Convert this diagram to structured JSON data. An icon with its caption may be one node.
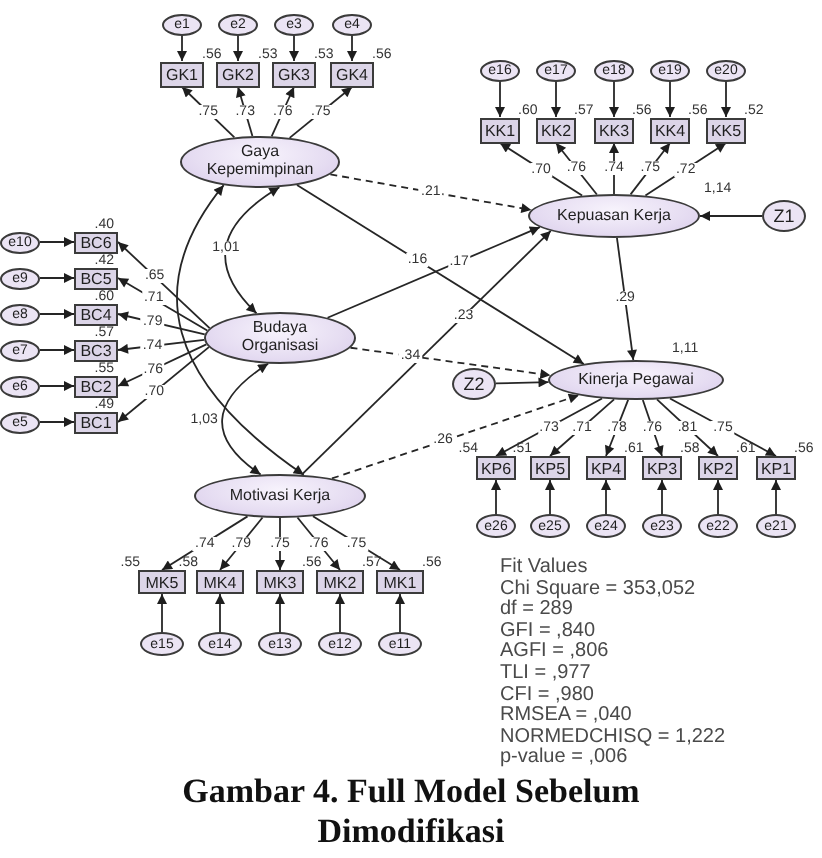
{
  "diagram": {
    "caption": "Gambar 4. Full Model Sebelum Dimodifikasi",
    "nodes": [
      {
        "text": [
          "e1"
        ]
      },
      {
        "text": [
          "e2"
        ]
      },
      {
        "text": [
          "e3"
        ]
      },
      {
        "text": [
          "e4"
        ]
      },
      {
        "text": [
          "GK1"
        ],
        "beside": [
          ".56"
        ]
      },
      {
        "text": [
          "GK2"
        ],
        "beside": [
          ".53"
        ]
      },
      {
        "text": [
          "GK3"
        ],
        "beside": [
          ".53"
        ]
      },
      {
        "text": [
          "GK4"
        ],
        "beside": [
          ".56"
        ]
      },
      {
        "text": [
          "Gaya Kepemimpinan"
        ]
      },
      {
        "text": [
          "e16"
        ]
      },
      {
        "text": [
          "e17"
        ]
      },
      {
        "text": [
          "e18"
        ]
      },
      {
        "text": [
          "e19"
        ]
      },
      {
        "text": [
          "e20"
        ]
      },
      {
        "text": [
          "KK1"
        ],
        "beside": [
          ".60"
        ]
      },
      {
        "text": [
          "KK2"
        ],
        "beside": [
          ".57"
        ]
      },
      {
        "text": [
          "KK3"
        ],
        "beside": [
          ".56"
        ]
      },
      {
        "text": [
          "KK4"
        ],
        "beside": [
          ".56"
        ]
      },
      {
        "text": [
          "KK5"
        ],
        "beside": [
          ".52"
        ]
      },
      {
        "text": [
          "Kepuasan Kerja"
        ],
        "beside": [
          "1,14"
        ]
      },
      {
        "text": [
          "Z1"
        ]
      },
      {
        "text": [
          "e10"
        ]
      },
      {
        "text": [
          "e9"
        ]
      },
      {
        "text": [
          "e8"
        ]
      },
      {
        "text": [
          "e7"
        ]
      },
      {
        "text": [
          "e6"
        ]
      },
      {
        "text": [
          "e5"
        ]
      },
      {
        "text": [
          "BC6"
        ],
        "beside": [
          ".40"
        ]
      },
      {
        "text": [
          "BC5"
        ],
        "beside": [
          ".42"
        ]
      },
      {
        "text": [
          "BC4"
        ],
        "beside": [
          ".60"
        ]
      },
      {
        "text": [
          "BC3"
        ],
        "beside": [
          ".57"
        ]
      },
      {
        "text": [
          "BC2"
        ],
        "beside": [
          ".55"
        ]
      },
      {
        "text": [
          "BC1"
        ],
        "beside": [
          ".49"
        ]
      },
      {
        "text": [
          "Budaya Organisasi"
        ]
      },
      {
        "text": [
          "Z2"
        ]
      },
      {
        "text": [
          "Kinerja Pegawai"
        ],
        "beside": [
          "1,11"
        ]
      },
      {
        "text": [
          "KP6"
        ],
        "beside": [
          ".54"
        ]
      },
      {
        "text": [
          "KP5"
        ],
        "beside": [
          ".51"
        ]
      },
      {
        "text": [
          "KP4"
        ],
        "beside": [
          ".61"
        ]
      },
      {
        "text": [
          "KP3"
        ],
        "beside": [
          ".58"
        ]
      },
      {
        "text": [
          "KP2"
        ],
        "beside": [
          ".61"
        ]
      },
      {
        "text": [
          "KP1"
        ],
        "beside": [
          ".56"
        ]
      },
      {
        "text": [
          "e26"
        ]
      },
      {
        "text": [
          "e25"
        ]
      },
      {
        "text": [
          "e24"
        ]
      },
      {
        "text": [
          "e23"
        ]
      },
      {
        "text": [
          "e22"
        ]
      },
      {
        "text": [
          "e21"
        ]
      },
      {
        "text": [
          "Motivasi Kerja"
        ]
      },
      {
        "text": [
          "MK5"
        ],
        "beside": [
          ".55"
        ]
      },
      {
        "text": [
          "MK4"
        ],
        "beside": [
          ".58"
        ]
      },
      {
        "text": [
          "MK3"
        ],
        "beside": [
          ".56"
        ]
      },
      {
        "text": [
          "MK2"
        ],
        "beside": [
          ".57"
        ]
      },
      {
        "text": [
          "MK1"
        ],
        "beside": [
          ".56"
        ]
      },
      {
        "text": [
          "e15"
        ]
      },
      {
        "text": [
          "e14"
        ]
      },
      {
        "text": [
          "e13"
        ]
      },
      {
        "text": [
          "e12"
        ]
      },
      {
        "text": [
          "e11"
        ]
      }
    ],
    "edges": [
      {
        "from": 0,
        "to": 4,
        "arrow": "to"
      },
      {
        "from": 1,
        "to": 5,
        "arrow": "to"
      },
      {
        "from": 2,
        "to": 6,
        "arrow": "to"
      },
      {
        "from": 3,
        "to": 7,
        "arrow": "to"
      },
      {
        "from": 8,
        "to": 4,
        "arrow": "to",
        "label": ".75"
      },
      {
        "from": 8,
        "to": 5,
        "arrow": "to",
        "label": ".73"
      },
      {
        "from": 8,
        "to": 6,
        "arrow": "to",
        "label": ".76"
      },
      {
        "from": 8,
        "to": 7,
        "arrow": "to",
        "label": ".75"
      },
      {
        "from": 8,
        "to": 19,
        "arrow": "to",
        "label": ".21",
        "style": "dashed"
      },
      {
        "from": 9,
        "to": 14,
        "arrow": "to"
      },
      {
        "from": 10,
        "to": 15,
        "arrow": "to"
      },
      {
        "from": 11,
        "to": 16,
        "arrow": "to"
      },
      {
        "from": 12,
        "to": 17,
        "arrow": "to"
      },
      {
        "from": 13,
        "to": 18,
        "arrow": "to"
      },
      {
        "from": 19,
        "to": 14,
        "arrow": "to",
        "label": ".70"
      },
      {
        "from": 19,
        "to": 15,
        "arrow": "to",
        "label": ".76"
      },
      {
        "from": 19,
        "to": 16,
        "arrow": "to",
        "label": ".74"
      },
      {
        "from": 19,
        "to": 17,
        "arrow": "to",
        "label": ".75"
      },
      {
        "from": 19,
        "to": 18,
        "arrow": "to",
        "label": ".72"
      },
      {
        "from": 20,
        "to": 19,
        "arrow": "to"
      },
      {
        "from": 21,
        "to": 27,
        "arrow": "to"
      },
      {
        "from": 22,
        "to": 28,
        "arrow": "to"
      },
      {
        "from": 23,
        "to": 29,
        "arrow": "to"
      },
      {
        "from": 24,
        "to": 30,
        "arrow": "to"
      },
      {
        "from": 25,
        "to": 31,
        "arrow": "to"
      },
      {
        "from": 26,
        "to": 32,
        "arrow": "to"
      },
      {
        "from": 33,
        "to": 27,
        "arrow": "to",
        "label": ".65"
      },
      {
        "from": 33,
        "to": 28,
        "arrow": "to",
        "label": ".71"
      },
      {
        "from": 33,
        "to": 29,
        "arrow": "to",
        "label": ".79"
      },
      {
        "from": 33,
        "to": 30,
        "arrow": "to",
        "label": ".74"
      },
      {
        "from": 33,
        "to": 31,
        "arrow": "to",
        "label": ".76"
      },
      {
        "from": 33,
        "to": 32,
        "arrow": "to",
        "label": ".70"
      },
      {
        "from": 8,
        "to": 33,
        "arrow": "both",
        "label": "1,01"
      },
      {
        "from": 33,
        "to": 48,
        "arrow": "both",
        "label": "1,03"
      },
      {
        "from": 8,
        "to": 48,
        "arrow": "both"
      },
      {
        "from": 8,
        "to": 35,
        "arrow": "to",
        "label": ".16"
      },
      {
        "from": 33,
        "to": 19,
        "arrow": "to",
        "label": ".17"
      },
      {
        "from": 33,
        "to": 35,
        "arrow": "to",
        "label": ".34",
        "style": "dashed"
      },
      {
        "from": 48,
        "to": 19,
        "arrow": "to",
        "label": ".23"
      },
      {
        "from": 48,
        "to": 35,
        "arrow": "to",
        "label": ".26",
        "style": "dashed"
      },
      {
        "from": 19,
        "to": 35,
        "arrow": "to",
        "label": ".29"
      },
      {
        "from": 34,
        "to": 35,
        "arrow": "to"
      },
      {
        "from": 35,
        "to": 36,
        "arrow": "to",
        "label": ".73"
      },
      {
        "from": 35,
        "to": 37,
        "arrow": "to",
        "label": ".71"
      },
      {
        "from": 35,
        "to": 38,
        "arrow": "to",
        "label": ".78"
      },
      {
        "from": 35,
        "to": 39,
        "arrow": "to",
        "label": ".76"
      },
      {
        "from": 35,
        "to": 40,
        "arrow": "to",
        "label": ".81"
      },
      {
        "from": 35,
        "to": 41,
        "arrow": "to",
        "label": ".75"
      },
      {
        "from": 42,
        "to": 36,
        "arrow": "to"
      },
      {
        "from": 43,
        "to": 37,
        "arrow": "to"
      },
      {
        "from": 44,
        "to": 38,
        "arrow": "to"
      },
      {
        "from": 45,
        "to": 39,
        "arrow": "to"
      },
      {
        "from": 46,
        "to": 40,
        "arrow": "to"
      },
      {
        "from": 47,
        "to": 41,
        "arrow": "to"
      },
      {
        "from": 48,
        "to": 49,
        "arrow": "to",
        "label": ".74"
      },
      {
        "from": 48,
        "to": 50,
        "arrow": "to",
        "label": ".79"
      },
      {
        "from": 48,
        "to": 51,
        "arrow": "to",
        "label": ".75"
      },
      {
        "from": 48,
        "to": 52,
        "arrow": "to",
        "label": ".76"
      },
      {
        "from": 48,
        "to": 53,
        "arrow": "to",
        "label": ".75"
      },
      {
        "from": 54,
        "to": 49,
        "arrow": "to"
      },
      {
        "from": 55,
        "to": 50,
        "arrow": "to"
      },
      {
        "from": 56,
        "to": 51,
        "arrow": "to"
      },
      {
        "from": 57,
        "to": 52,
        "arrow": "to"
      },
      {
        "from": 58,
        "to": 53,
        "arrow": "to"
      }
    ],
    "labels": [
      "Fit Values",
      "Chi Square = 353,052",
      "df = 289",
      "GFI = ,840",
      "AGFI = ,806",
      "TLI = ,977",
      "CFI = ,980",
      "RMSEA = ,040",
      "NORMEDCHISQ = 1,222",
      "p-value = ,006"
    ]
  }
}
